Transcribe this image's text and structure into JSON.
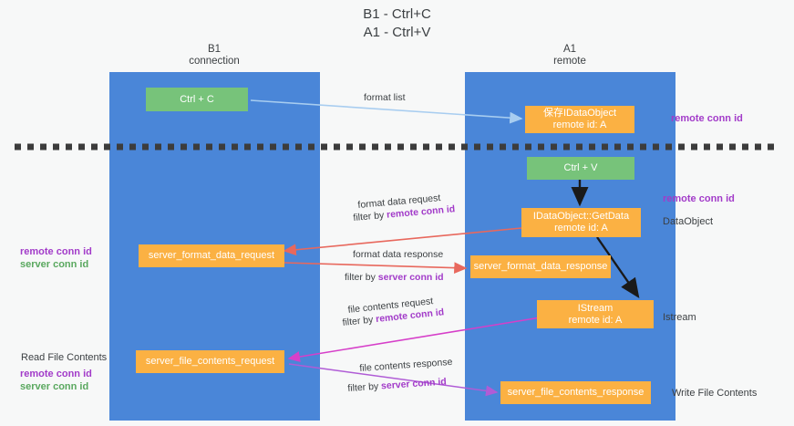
{
  "title": "B1 - Ctrl+C\nA1 - Ctrl+V",
  "lanes": [
    {
      "id": "b1",
      "title": "B1\nconnection"
    },
    {
      "id": "a1",
      "title": "A1\nremote"
    }
  ],
  "colors": {
    "lane": "#4a86d8",
    "green_box": "#77c37a",
    "orange_box": "#fbb143",
    "background": "#f7f8f8",
    "divider": "#3c3c3c",
    "arrow_blue": "#a8cdf0",
    "arrow_black": "#1a1a1a",
    "arrow_red": "#e8685d",
    "arrow_magenta": "#d63fc9",
    "arrow_purple": "#b05cd6",
    "keyword_purple": "#a23bc9",
    "keyword_green": "#5aa85f"
  },
  "boxes": [
    {
      "id": "ctrl-c",
      "label": "Ctrl + C",
      "lane": "b1",
      "style": "green"
    },
    {
      "id": "save-idataobject",
      "label": "保存IDataObject\nremote id: A",
      "lane": "a1",
      "style": "orange"
    },
    {
      "id": "ctrl-v",
      "label": "Ctrl + V",
      "lane": "a1",
      "style": "green"
    },
    {
      "id": "idataobject-getdata",
      "label": "IDataObject::GetData\nremote id: A",
      "lane": "a1",
      "style": "orange"
    },
    {
      "id": "server-format-data-request",
      "label": "server_format_data_request",
      "lane": "b1",
      "style": "orange"
    },
    {
      "id": "server-format-data-response",
      "label": "server_format_data_response",
      "lane": "a1",
      "style": "orange"
    },
    {
      "id": "istream",
      "label": "IStream\nremote id: A",
      "lane": "a1",
      "style": "orange"
    },
    {
      "id": "server-file-contents-request",
      "label": "server_file_contents_request",
      "lane": "b1",
      "style": "orange"
    },
    {
      "id": "server-file-contents-response",
      "label": "server_file_contents_response",
      "lane": "a1",
      "style": "orange"
    }
  ],
  "edge_labels": [
    {
      "id": "format-list",
      "text": "format list"
    },
    {
      "id": "format-data-request",
      "text": "format data request"
    },
    {
      "id": "filter-remote-1",
      "prefix": "filter by ",
      "keyword": "remote conn id",
      "keyword_color": "purple"
    },
    {
      "id": "format-data-response",
      "text": "format data response"
    },
    {
      "id": "filter-server-1",
      "prefix": "filter by ",
      "keyword": "server conn id",
      "keyword_color": "purple"
    },
    {
      "id": "file-contents-request",
      "text": "file contents request"
    },
    {
      "id": "filter-remote-2",
      "prefix": "filter by ",
      "keyword": "remote conn id",
      "keyword_color": "purple"
    },
    {
      "id": "file-contents-response",
      "text": "file contents response"
    },
    {
      "id": "filter-server-2",
      "prefix": "filter by ",
      "keyword": "server conn id",
      "keyword_color": "purple"
    }
  ],
  "right_labels": [
    {
      "id": "remote-conn-id-top",
      "text": "remote conn id",
      "color": "purple"
    },
    {
      "id": "remote-conn-id-mid",
      "text": "remote conn id",
      "color": "purple"
    },
    {
      "id": "dataobject",
      "text": "DataObject",
      "color": "plain"
    },
    {
      "id": "istream-label",
      "text": "Istream",
      "color": "plain"
    },
    {
      "id": "write-file-contents",
      "text": "Write File Contents",
      "color": "plain"
    }
  ],
  "left_labels": [
    {
      "id": "left-conn-ids-mid",
      "remote": "remote conn id",
      "server": "server conn id"
    },
    {
      "id": "read-file-contents",
      "text": "Read File Contents"
    },
    {
      "id": "left-conn-ids-bottom",
      "remote": "remote conn id",
      "server": "server conn id"
    }
  ]
}
